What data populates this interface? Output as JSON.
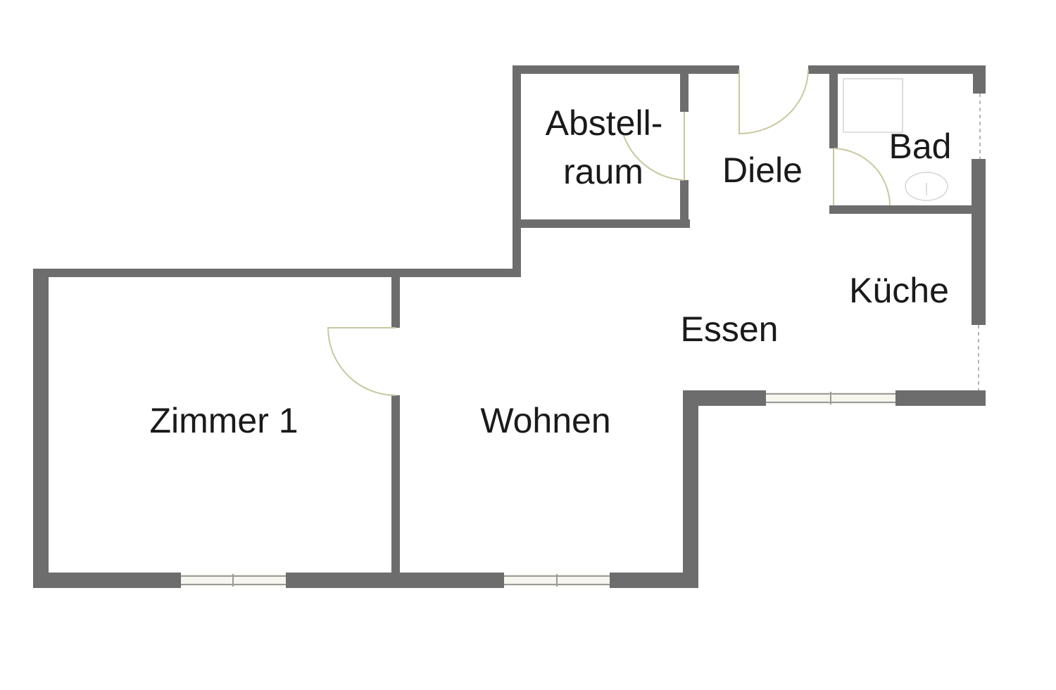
{
  "rooms": {
    "abstellraum_line1": "Abstell-",
    "abstellraum_line2": "raum",
    "diele": "Diele",
    "bad": "Bad",
    "kueche": "Küche",
    "essen": "Essen",
    "zimmer1": "Zimmer 1",
    "wohnen": "Wohnen"
  },
  "colors": {
    "wall": "#6d6d6d",
    "background": "#ffffff",
    "door_arc": "#c9c8a0",
    "text": "#1a1a1a"
  }
}
